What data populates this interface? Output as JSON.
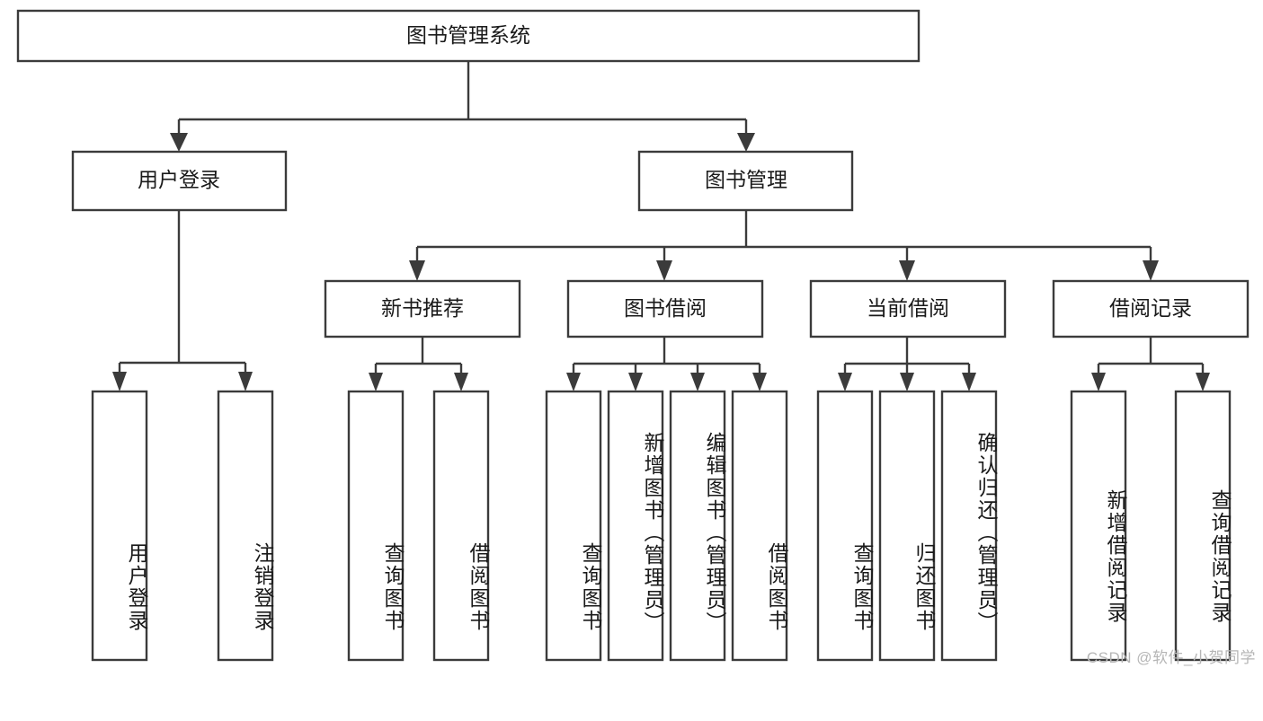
{
  "diagram": {
    "title": "图书管理系统",
    "type": "tree",
    "root": {
      "id": "root",
      "label": "图书管理系统",
      "orientation": "horizontal"
    },
    "level2": [
      {
        "id": "user-login",
        "label": "用户登录",
        "orientation": "horizontal"
      },
      {
        "id": "book-manage",
        "label": "图书管理",
        "orientation": "horizontal"
      }
    ],
    "level3": [
      {
        "id": "new-book-rec",
        "label": "新书推荐",
        "parent": "book-manage",
        "orientation": "horizontal"
      },
      {
        "id": "book-borrow",
        "label": "图书借阅",
        "parent": "book-manage",
        "orientation": "horizontal"
      },
      {
        "id": "current-borrow",
        "label": "当前借阅",
        "parent": "book-manage",
        "orientation": "horizontal"
      },
      {
        "id": "borrow-record",
        "label": "借阅记录",
        "parent": "book-manage",
        "orientation": "horizontal"
      }
    ],
    "leaves": [
      {
        "id": "leaf-user-login",
        "label": "用户登录",
        "parent": "user-login",
        "orientation": "vertical"
      },
      {
        "id": "leaf-user-logout",
        "label": "注销登录",
        "parent": "user-login",
        "orientation": "vertical"
      },
      {
        "id": "leaf-query-book-1",
        "label": "查询图书",
        "parent": "new-book-rec",
        "orientation": "vertical"
      },
      {
        "id": "leaf-borrow-book-1",
        "label": "借阅图书",
        "parent": "new-book-rec",
        "orientation": "vertical"
      },
      {
        "id": "leaf-query-book-2",
        "label": "查询图书",
        "parent": "book-borrow",
        "orientation": "vertical"
      },
      {
        "id": "leaf-add-book",
        "label": "新增图书（管理员）",
        "parent": "book-borrow",
        "orientation": "vertical"
      },
      {
        "id": "leaf-edit-book",
        "label": "编辑图书（管理员）",
        "parent": "book-borrow",
        "orientation": "vertical"
      },
      {
        "id": "leaf-borrow-book-2",
        "label": "借阅图书",
        "parent": "book-borrow",
        "orientation": "vertical"
      },
      {
        "id": "leaf-query-book-3",
        "label": "查询图书",
        "parent": "current-borrow",
        "orientation": "vertical"
      },
      {
        "id": "leaf-return-book",
        "label": "归还图书",
        "parent": "current-borrow",
        "orientation": "vertical"
      },
      {
        "id": "leaf-confirm-return",
        "label": "确认归还（管理员）",
        "parent": "current-borrow",
        "orientation": "vertical"
      },
      {
        "id": "leaf-add-record",
        "label": "新增借阅记录",
        "parent": "borrow-record",
        "orientation": "vertical"
      },
      {
        "id": "leaf-query-record",
        "label": "查询借阅记录",
        "parent": "borrow-record",
        "orientation": "vertical"
      }
    ],
    "colors": {
      "stroke": "#3b3b3b",
      "fill": "#ffffff",
      "text": "#1a1a1a",
      "background": "#ffffff",
      "watermark": "#b6b6b6"
    }
  },
  "watermark": {
    "text": "CSDN @软件_小贺同学"
  }
}
